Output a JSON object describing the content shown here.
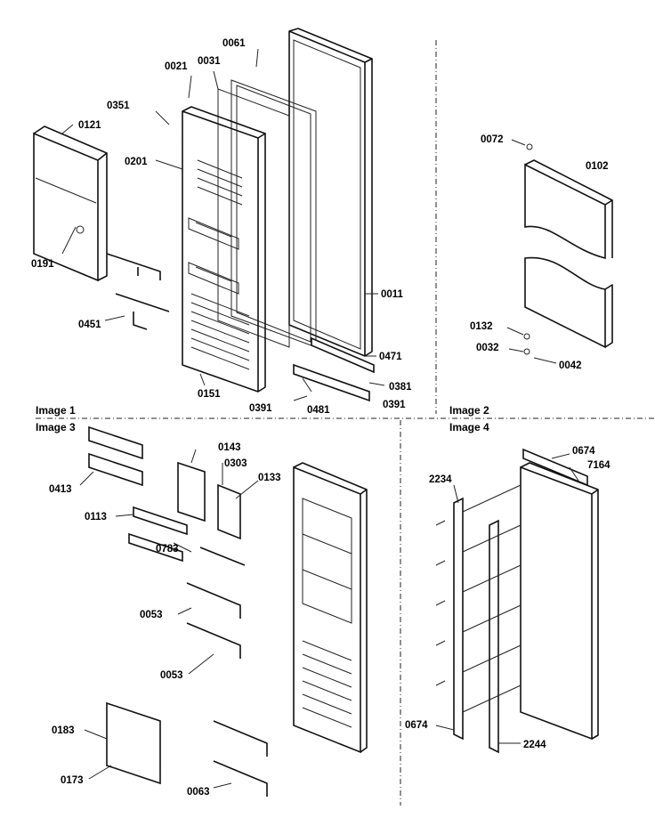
{
  "captions": {
    "image1": "Image 1",
    "image2": "Image 2",
    "image3": "Image 3",
    "image4": "Image 4"
  },
  "labels": {
    "l0061": "0061",
    "l0021": "0021",
    "l0031": "0031",
    "l0351": "0351",
    "l0121": "0121",
    "l0201": "0201",
    "l0191": "0191",
    "l0451": "0451",
    "l0011": "0011",
    "l0471": "0471",
    "l0151": "0151",
    "l0381": "0381",
    "l0391a": "0391",
    "l0481": "0481",
    "l0391b": "0391",
    "l0072": "0072",
    "l0102": "0102",
    "l0132": "0132",
    "l0032": "0032",
    "l0042": "0042",
    "l0143": "0143",
    "l0303": "0303",
    "l0413": "0413",
    "l0133": "0133",
    "l0113": "0113",
    "l0783": "0783",
    "l0053a": "0053",
    "l0053b": "0053",
    "l0183": "0183",
    "l0173": "0173",
    "l0063": "0063",
    "l0674a": "0674",
    "l7164": "7164",
    "l2234": "2234",
    "l0674b": "0674",
    "l2244": "2244"
  }
}
